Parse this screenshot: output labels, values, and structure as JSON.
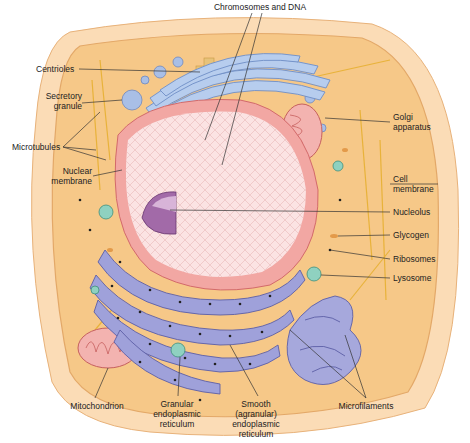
{
  "diagram": {
    "labels": [
      "Chromosomes and DNA",
      "Centrioles",
      "Secretory granule",
      "Microtubules",
      "Nuclear membrane",
      "Golgi apparatus",
      "Cell membrane",
      "Nucleolus",
      "Glycogen",
      "Ribosomes",
      "Lysosome",
      "Mitochondrion",
      "Granular endoplasmic reticulum",
      "Smooth (agranular) endoplasmic reticulum",
      "Microfilaments"
    ]
  }
}
